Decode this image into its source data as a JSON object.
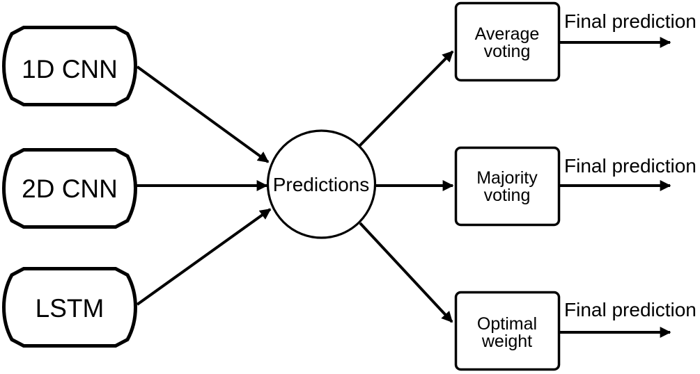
{
  "diagram": {
    "colors": {
      "background": "#ffffff",
      "stroke": "#000000",
      "text": "#000000"
    },
    "inputs": [
      {
        "label": "1D CNN"
      },
      {
        "label": "2D CNN"
      },
      {
        "label": "LSTM"
      }
    ],
    "hub": {
      "label": "Predictions"
    },
    "methods": [
      {
        "line1": "Average",
        "line2": "voting",
        "output_label": "Final prediction"
      },
      {
        "line1": "Majority",
        "line2": "voting",
        "output_label": "Final prediction"
      },
      {
        "line1": "Optimal",
        "line2": "weight",
        "output_label": "Final prediction"
      }
    ]
  }
}
